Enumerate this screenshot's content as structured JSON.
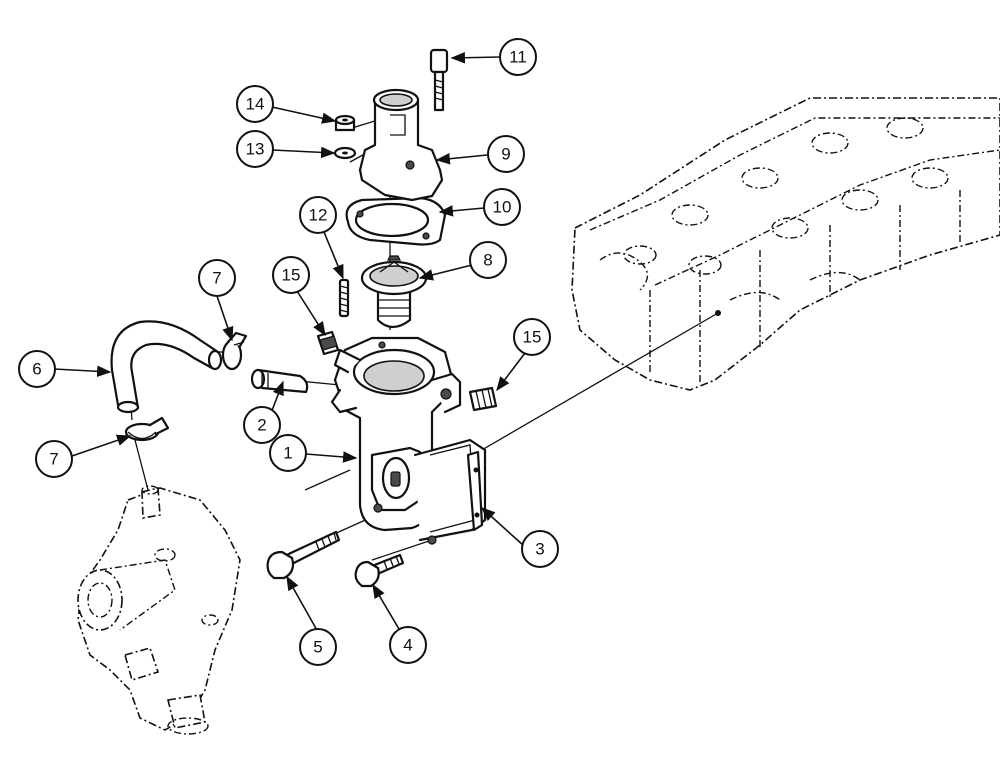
{
  "callouts": {
    "c1": "1",
    "c2": "2",
    "c3": "3",
    "c4": "4",
    "c5": "5",
    "c6": "6",
    "c7a": "7",
    "c7b": "7",
    "c8": "8",
    "c9": "9",
    "c10": "10",
    "c11": "11",
    "c12": "12",
    "c13": "13",
    "c14": "14",
    "c15a": "15",
    "c15b": "15"
  }
}
